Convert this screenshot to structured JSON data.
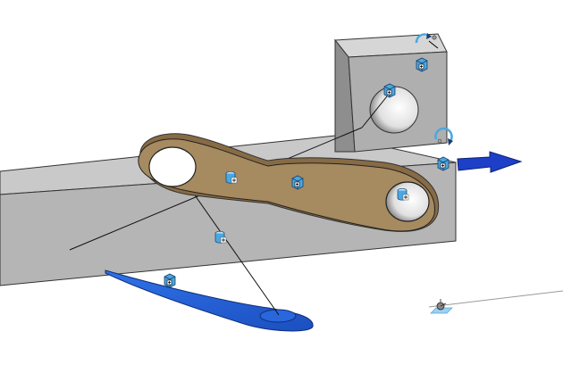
{
  "viewport": {
    "background": "#ffffff",
    "beam_colors": {
      "front": "#b3b3b3",
      "top": "#c4c4c4",
      "edge": "#222222"
    },
    "block_colors": {
      "front": "#aeaeae",
      "left": "#8f8f8f",
      "top": "#d0d0d0"
    },
    "link_color": "#a0845e",
    "lever_color": "#1f5fd6",
    "arrow_color": "#1e3fc8",
    "constraint_glyph_color": "#4aa8e0",
    "icons": [
      "beam-part",
      "pivot-block-part",
      "coupler-link-part",
      "lever-arm-part",
      "motion-direction-arrow-icon",
      "revolute-joint-icon",
      "fix-constraint-icon",
      "angle-driver-icon",
      "axis-system-icon"
    ]
  }
}
